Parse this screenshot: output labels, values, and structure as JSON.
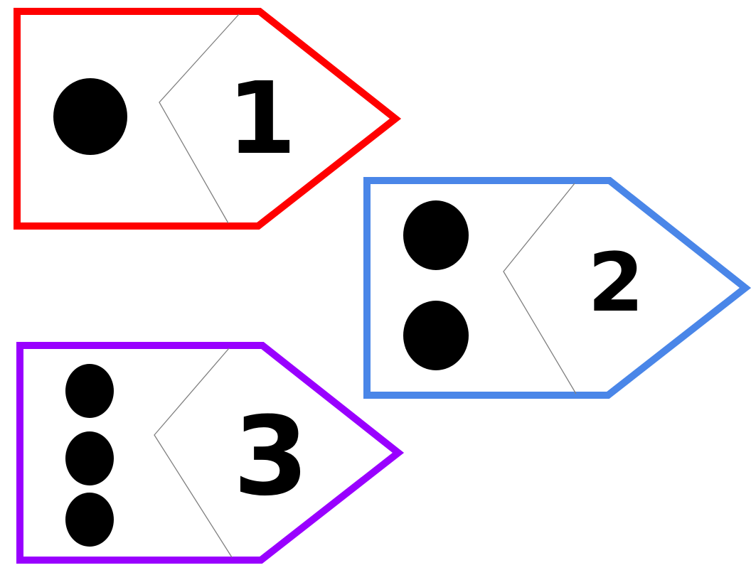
{
  "worksheet": {
    "kind": "number-dot-matching-cards",
    "background_color": "#ffffff"
  },
  "cards": [
    {
      "name": "card-1",
      "number": "1",
      "dot_count": 1,
      "border_color": "#ff0000"
    },
    {
      "name": "card-2",
      "number": "2",
      "dot_count": 2,
      "border_color": "#4a86e8"
    },
    {
      "name": "card-3",
      "number": "3",
      "dot_count": 3,
      "border_color": "#9900ff"
    }
  ],
  "colors": {
    "dot": "#000000",
    "number": "#000000",
    "cut_line": "#808080"
  }
}
